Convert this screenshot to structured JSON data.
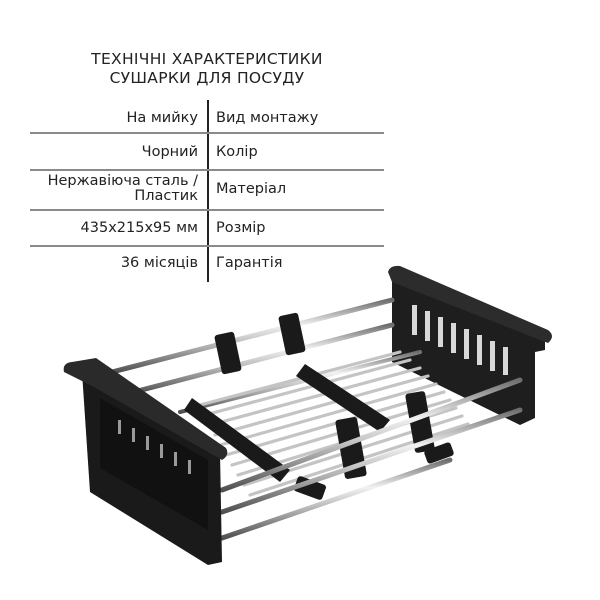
{
  "title": {
    "line1": "ТЕХНІЧНІ ХАРАКТЕРИСТИКИ",
    "line2": "СУШАРКИ ДЛЯ ПОСУДУ"
  },
  "specs": [
    {
      "value": "На мийку",
      "label": "Вид монтажу"
    },
    {
      "value": "Чорний",
      "label": "Колір"
    },
    {
      "value_line1": "Нержавіюча сталь /",
      "value_line2": "Пластик",
      "label": "Матеріал"
    },
    {
      "value": "435x215x95 мм",
      "label": "Розмір"
    },
    {
      "value": "36 місяців",
      "label": "Гарантія"
    }
  ],
  "product_image": {
    "subject": "dish-drying-rack",
    "colors": {
      "frame": "#1c1c1c",
      "rods": "#b8b8b8",
      "rod_highlight": "#eeeeee"
    }
  }
}
